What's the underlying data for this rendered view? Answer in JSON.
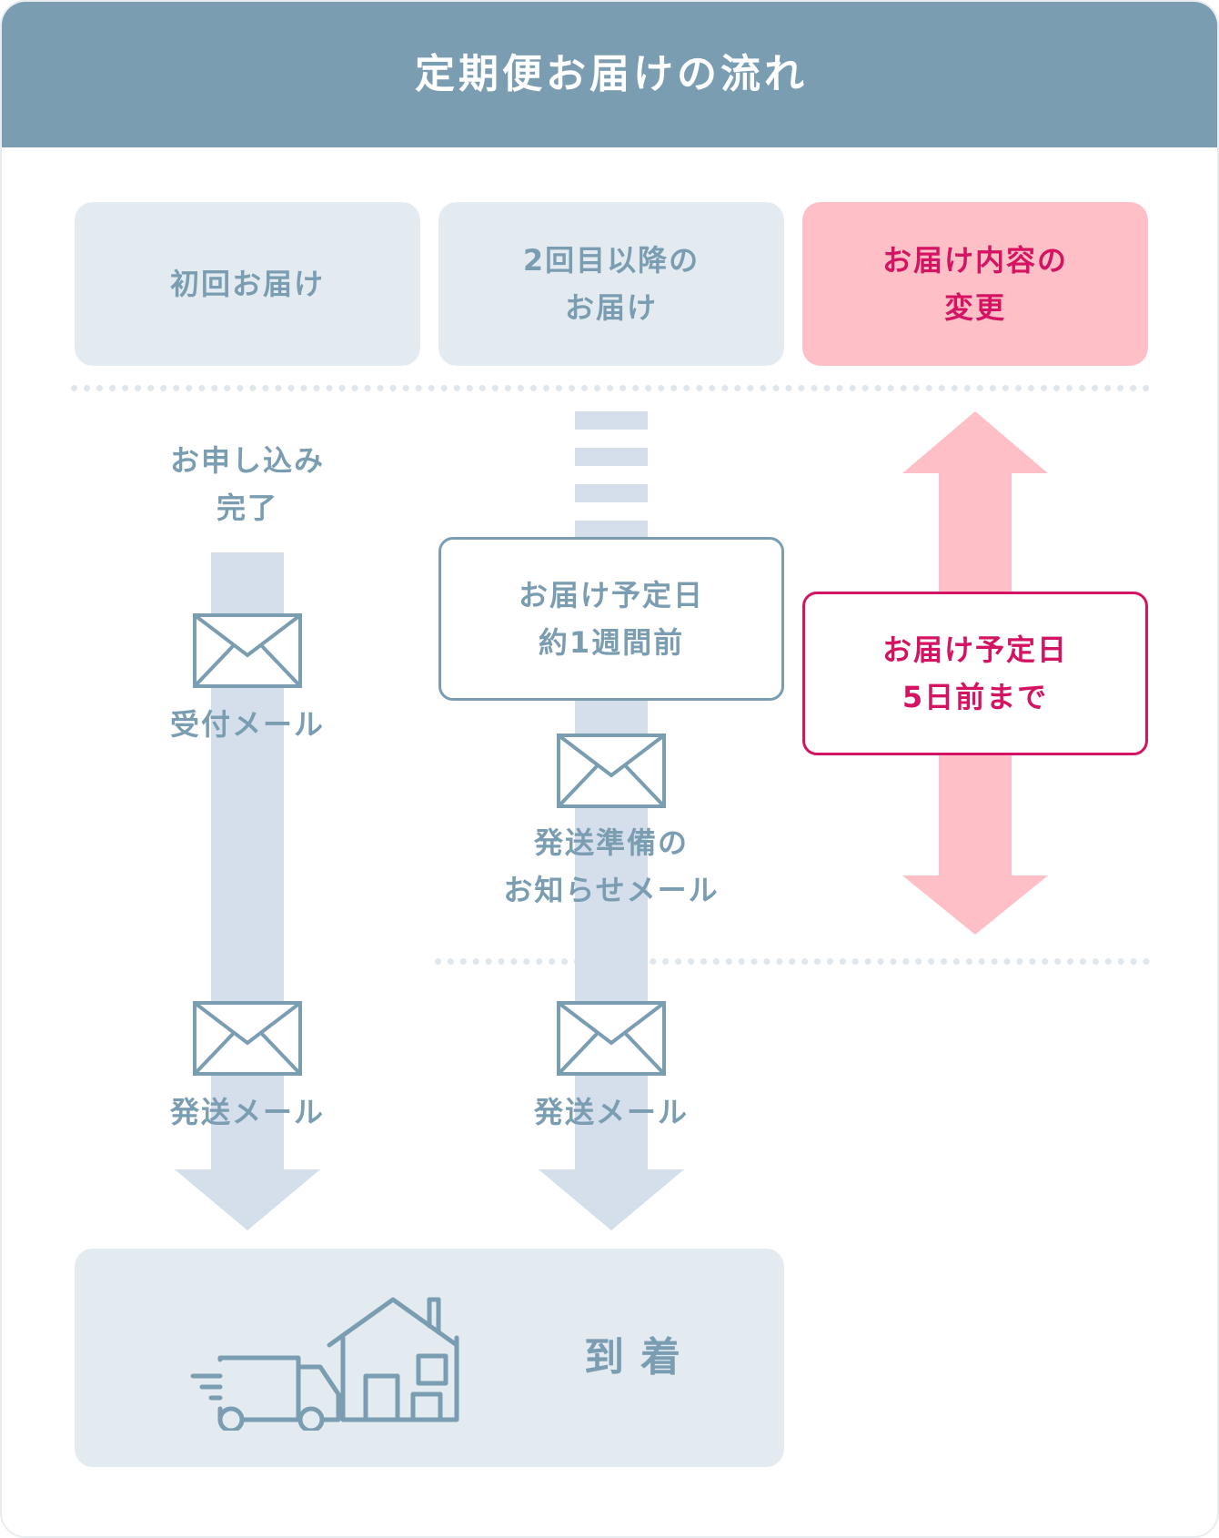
{
  "title": "定期便お届けの流れ",
  "columns": {
    "first": {
      "label": "初回お届け"
    },
    "second": {
      "line1": "2回目以降の",
      "line2": "お届け"
    },
    "change": {
      "line1": "お届け内容の",
      "line2": "変更"
    }
  },
  "first_col": {
    "start_line1": "お申し込み",
    "start_line2": "完了",
    "mail1": "受付メール",
    "mail2": "発送メール"
  },
  "second_col": {
    "box_line1": "お届け予定日",
    "box_line2": "約1週間前",
    "mail1_line1": "発送準備の",
    "mail1_line2": "お知らせメール",
    "mail2": "発送メール"
  },
  "change_col": {
    "box_line1": "お届け予定日",
    "box_line2": "5日前まで"
  },
  "arrival": {
    "label": "到着"
  },
  "colors": {
    "header": "#7a9db2",
    "accent_pink": "#d41462",
    "light_pink": "#ffbfc7",
    "arrow_blue": "#d4dfeb",
    "panel_grey": "#e4ebf0"
  },
  "icons": [
    "envelope-icon",
    "truck-icon",
    "house-icon"
  ]
}
